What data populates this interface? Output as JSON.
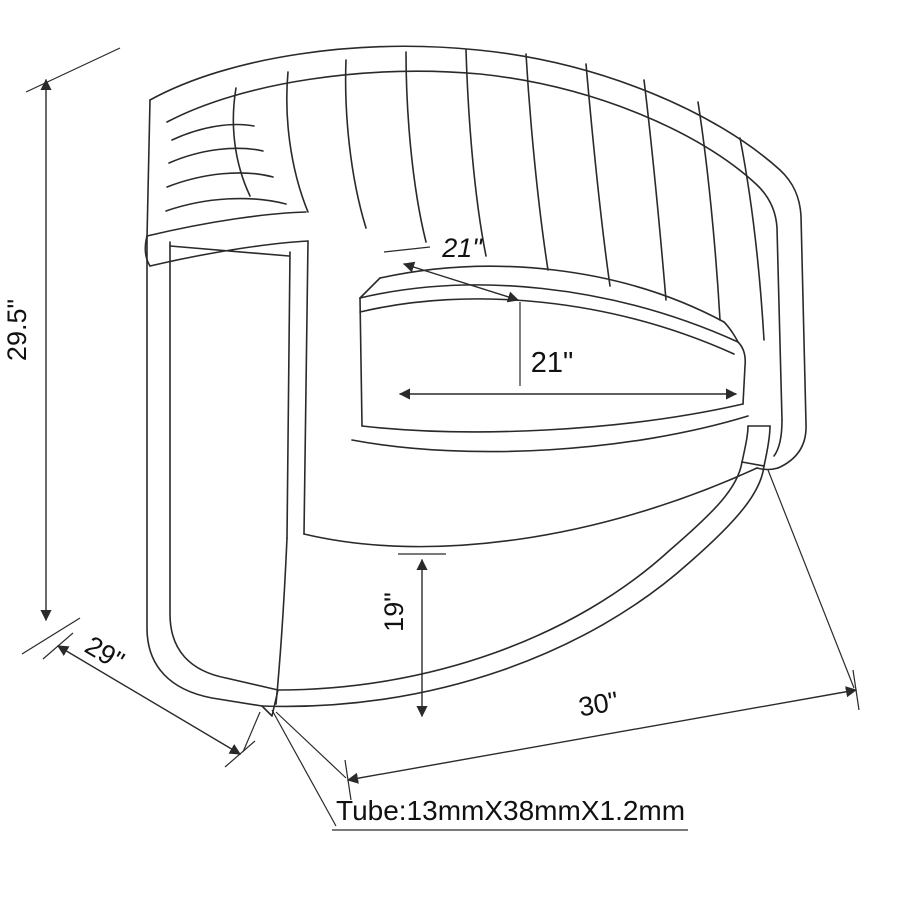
{
  "diagram": {
    "subject": "channel-tufted-barrel-accent-chair-dimension-drawing",
    "background": "#ffffff",
    "line_color": "#2a2a2a",
    "labels": {
      "overall_height": "29.5\"",
      "overall_depth": "29\"",
      "overall_width": "30\"",
      "seat_depth": "21\"",
      "seat_width": "21\"",
      "base_clearance_height": "19\"",
      "tube_spec": "Tube:13mmX38mmX1.2mm"
    }
  }
}
